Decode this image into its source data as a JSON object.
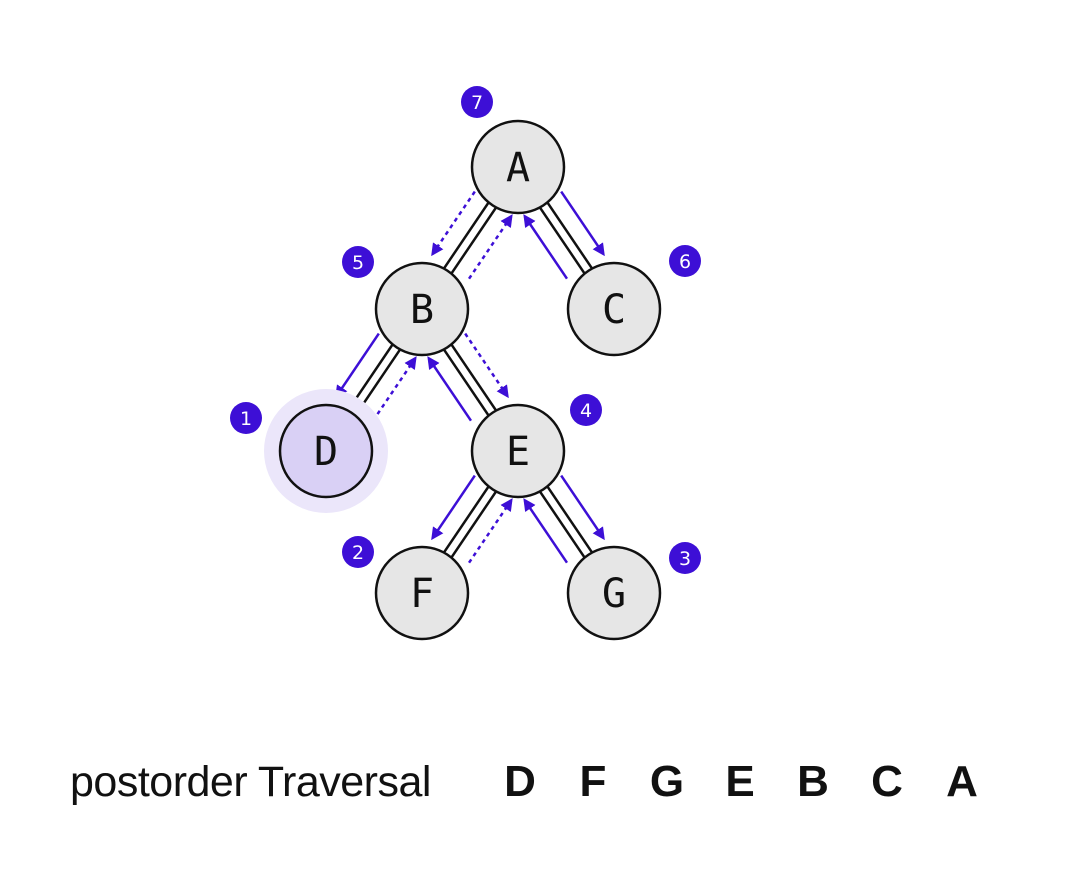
{
  "colors": {
    "accent": "#3d0fd6",
    "node_fill": "#e6e6e6",
    "node_stroke": "#111111",
    "highlight_fill": "#d9d0f5",
    "highlight_halo": "#ebe6fa"
  },
  "tree": {
    "nodes": [
      {
        "id": "A",
        "label": "A",
        "order": "7"
      },
      {
        "id": "B",
        "label": "B",
        "order": "5"
      },
      {
        "id": "C",
        "label": "C",
        "order": "6"
      },
      {
        "id": "D",
        "label": "D",
        "order": "1",
        "highlighted": true
      },
      {
        "id": "E",
        "label": "E",
        "order": "4"
      },
      {
        "id": "F",
        "label": "F",
        "order": "2"
      },
      {
        "id": "G",
        "label": "G",
        "order": "3"
      }
    ],
    "edges": [
      {
        "parent": "A",
        "child": "B",
        "down": "dashed",
        "up": "dashed"
      },
      {
        "parent": "A",
        "child": "C",
        "down": "solid",
        "up": "solid"
      },
      {
        "parent": "B",
        "child": "D",
        "down": "solid",
        "up": "dashed"
      },
      {
        "parent": "B",
        "child": "E",
        "down": "dashed",
        "up": "solid"
      },
      {
        "parent": "E",
        "child": "F",
        "down": "solid",
        "up": "dashed"
      },
      {
        "parent": "E",
        "child": "G",
        "down": "solid",
        "up": "solid"
      }
    ]
  },
  "caption": {
    "title": "postorder Traversal",
    "sequence": [
      "D",
      "F",
      "G",
      "E",
      "B",
      "C",
      "A"
    ]
  }
}
